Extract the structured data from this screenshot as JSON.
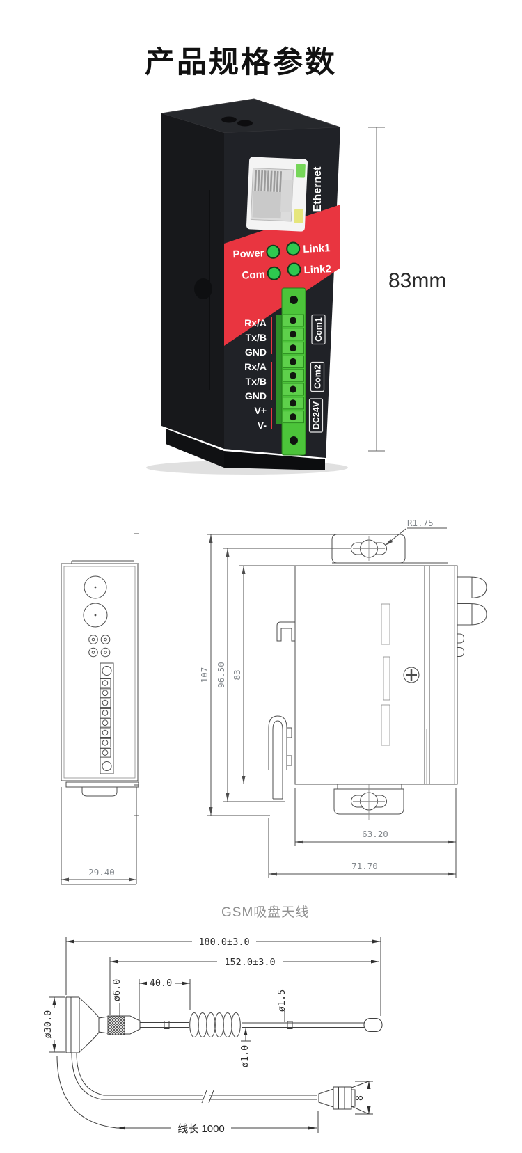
{
  "page": {
    "title": "产品规格参数"
  },
  "device": {
    "dim_label": "83mm",
    "ethernet_label": "Ethernet",
    "leds": {
      "power": "Power",
      "link1": "Link1",
      "com": "Com",
      "link2": "Link2"
    },
    "terminals": [
      "Rx/A",
      "Tx/B",
      "GND",
      "Rx/A",
      "Tx/B",
      "GND",
      "V+",
      "V-"
    ],
    "groups": [
      "Com1",
      "Com2",
      "DC24V"
    ],
    "colors": {
      "accent_red": "#e93540",
      "led_green": "#2ec84f",
      "terminal_green": "#4cc43a",
      "rj45_led_green": "#76d659",
      "rj45_led_yellow": "#e6e67c",
      "body_black": "#202227"
    }
  },
  "drawings": {
    "front_depth": "29.40",
    "side": {
      "h_total": "107",
      "h_mid": "96.50",
      "h_body": "83",
      "w_inner": "63.20",
      "w_total": "71.70",
      "slot_radius": "R1.75"
    }
  },
  "antenna": {
    "title": "GSM吸盘天线",
    "len_total": "180.0±3.0",
    "len_whip": "152.0±3.0",
    "len_40": "40.0",
    "dia_thread": "ø6.0",
    "dia_base": "ø30.0",
    "dia_rod": "ø1.5",
    "dia_coil": "ø1.0",
    "cable_len": "线长 1000",
    "conn_height": "8"
  }
}
